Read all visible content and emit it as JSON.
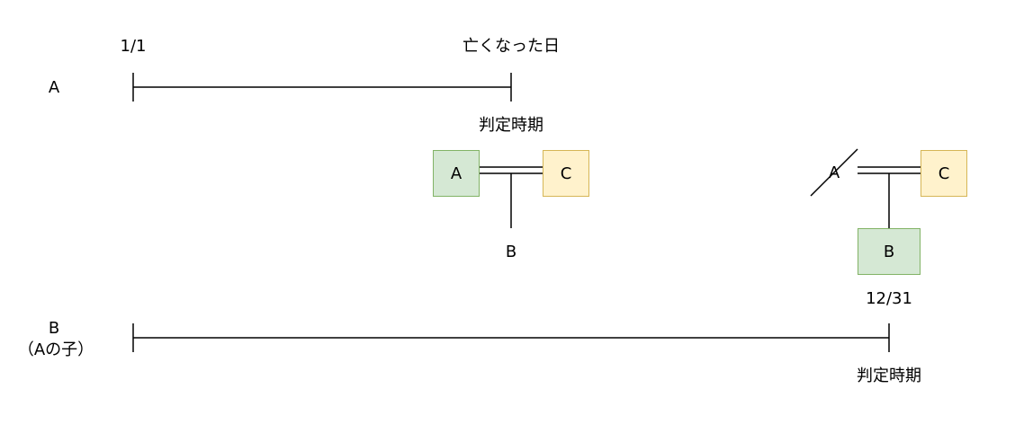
{
  "colors": {
    "line": "#000000",
    "green_fill": "#d5e8d4",
    "green_border": "#82b366",
    "yellow_fill": "#fff2cc",
    "yellow_border": "#d6b656"
  },
  "row_a": {
    "label": "A",
    "start_label": "1/1",
    "end_label": "亡くなった日",
    "judgment_label": "判定時期"
  },
  "row_b": {
    "label_line1": "B",
    "label_line2": "（Aの子）",
    "end_label": "12/31",
    "judgment_label": "判定時期"
  },
  "family_left": {
    "box_a": "A",
    "box_c": "C",
    "child_b": "B"
  },
  "family_right": {
    "crossed_a": "A",
    "box_c": "C",
    "box_b": "B"
  }
}
